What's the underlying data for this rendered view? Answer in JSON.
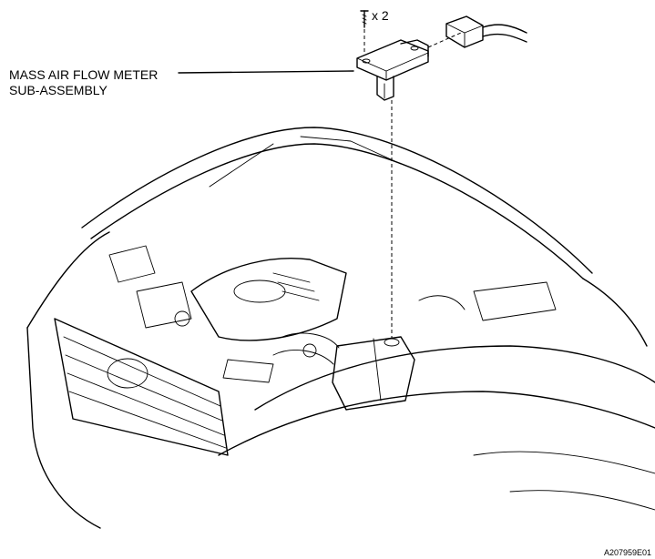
{
  "callout": {
    "part_name_line1": "MASS AIR FLOW METER",
    "part_name_line2": "SUB-ASSEMBLY",
    "screw_quantity": "x 2"
  },
  "figure_id": "A207959E01"
}
